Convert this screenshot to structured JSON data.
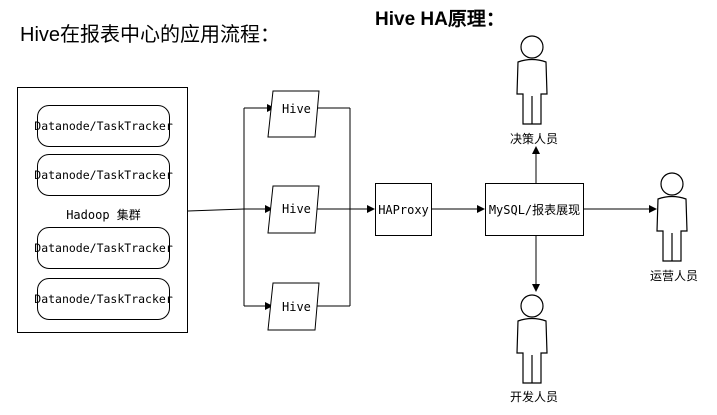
{
  "title_left": "Hive在报表中心的应用流程：",
  "title_right": "Hive HA原理：",
  "cluster": {
    "label": "Hadoop 集群",
    "nodes": [
      "Datanode/TaskTracker",
      "Datanode/TaskTracker",
      "Datanode/TaskTracker",
      "Datanode/TaskTracker"
    ]
  },
  "hive_nodes": [
    "Hive",
    "Hive",
    "Hive"
  ],
  "haproxy": "HAProxy",
  "mysql": "MySQL/报表展现",
  "people": {
    "decision": "决策人员",
    "operations": "运营人员",
    "developer": "开发人员"
  }
}
